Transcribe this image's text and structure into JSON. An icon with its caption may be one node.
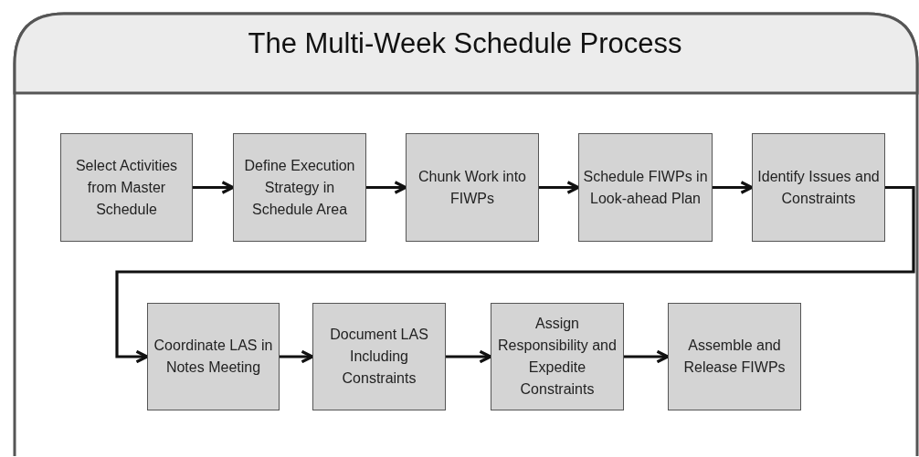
{
  "diagram": {
    "title": "The Multi-Week Schedule Process",
    "nodes": [
      {
        "text": [
          "Select Activities from Master Schedule"
        ]
      },
      {
        "text": [
          "Define Execution Strategy in Schedule Area"
        ]
      },
      {
        "text": [
          "Chunk Work into FIWPs"
        ]
      },
      {
        "text": [
          "Schedule FIWPs in Look-ahead Plan"
        ]
      },
      {
        "text": [
          "Identify Issues and Constraints"
        ]
      },
      {
        "text": [
          "Coordinate LAS in Notes Meeting"
        ]
      },
      {
        "text": [
          "Document LAS Including Constraints"
        ]
      },
      {
        "text": [
          "Assign Responsibility and Expedite Constraints"
        ]
      },
      {
        "text": [
          "Assemble and Release FIWPs"
        ]
      }
    ],
    "edges": [
      {
        "from": 0,
        "to": 1,
        "arrow": "to"
      },
      {
        "from": 1,
        "to": 2,
        "arrow": "to"
      },
      {
        "from": 2,
        "to": 3,
        "arrow": "to"
      },
      {
        "from": 3,
        "to": 4,
        "arrow": "to"
      },
      {
        "from": 4,
        "to": 5,
        "arrow": "to"
      },
      {
        "from": 5,
        "to": 6,
        "arrow": "to"
      },
      {
        "from": 6,
        "to": 7,
        "arrow": "to"
      },
      {
        "from": 7,
        "to": 8,
        "arrow": "to"
      }
    ]
  }
}
